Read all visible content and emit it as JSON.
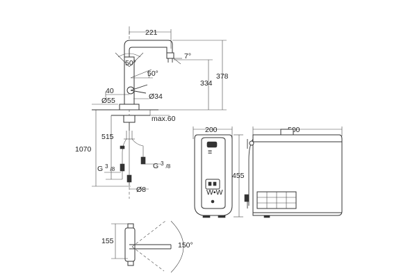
{
  "faucet_dims": {
    "spout_reach": "221",
    "spout_angle": "7°",
    "handle_angle_1": "50°",
    "handle_angle_2": "50°",
    "height_spout": "334",
    "height_total": "378",
    "offset_40": "40",
    "dia_body": "Ø55",
    "dia_34": "Ø34",
    "deck_max": "max.60",
    "hose_515": "515",
    "hose_1070": "1070",
    "thread_left_main": "G",
    "thread_left_sup": "3",
    "thread_left_sub": "/8",
    "thread_right_main": "G",
    "thread_right_sup": "3",
    "thread_right_sub": "/8",
    "dia_8": "Ø8"
  },
  "unit_dims": {
    "front_width": "200",
    "side_depth": "500",
    "height": "455",
    "panel_logo": "≡",
    "panel_symbol": "W•W"
  },
  "swivel_dims": {
    "offset": "155",
    "angle": "150°"
  }
}
